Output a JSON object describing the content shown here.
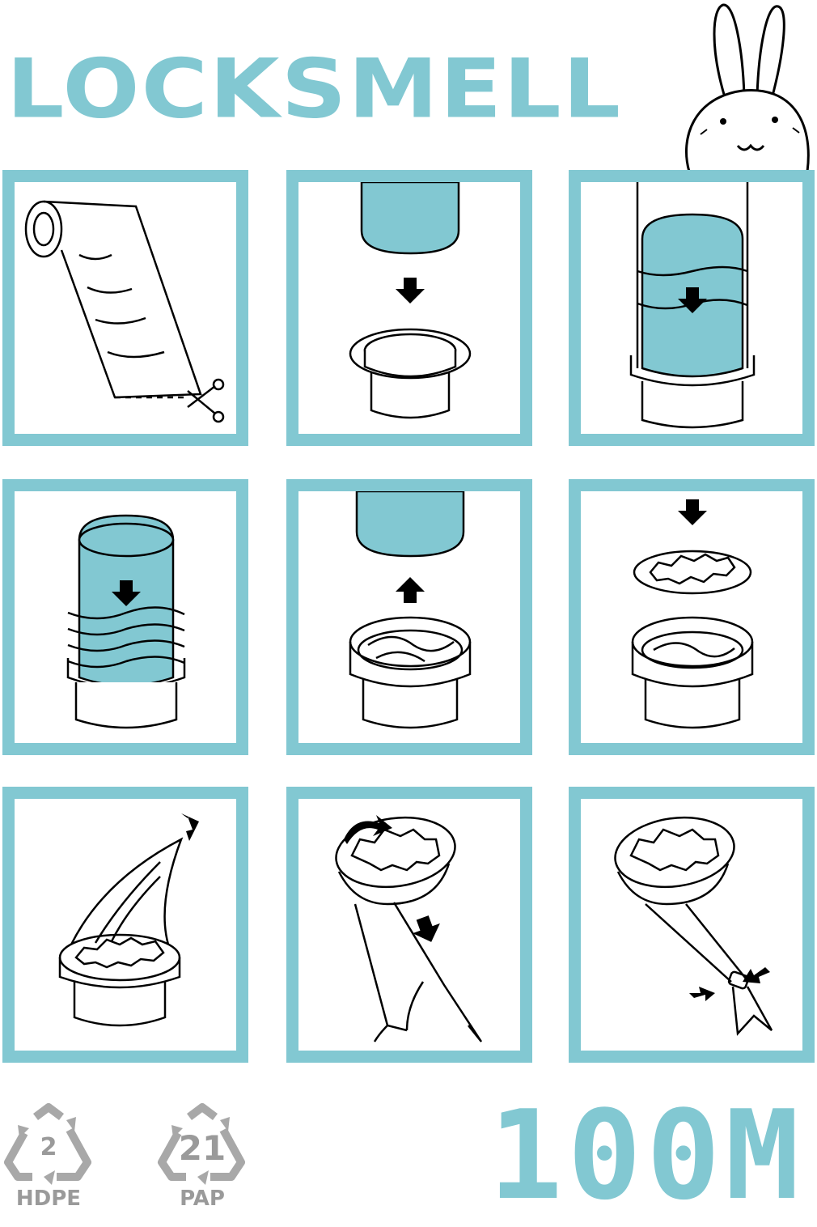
{
  "brand": {
    "name": "LOCKSMELL",
    "color": "#82c8d2"
  },
  "mascot": {
    "icon": "bunny-icon"
  },
  "steps": [
    {
      "id": 1,
      "icon": "bag-roll-cut-icon"
    },
    {
      "id": 2,
      "icon": "insert-ring-icon"
    },
    {
      "id": 3,
      "icon": "press-down-icon"
    },
    {
      "id": 4,
      "icon": "bag-wrap-icon"
    },
    {
      "id": 5,
      "icon": "lift-up-icon"
    },
    {
      "id": 6,
      "icon": "place-lid-icon"
    },
    {
      "id": 7,
      "icon": "pull-bag-icon"
    },
    {
      "id": 8,
      "icon": "fold-over-icon"
    },
    {
      "id": 9,
      "icon": "tie-knot-icon"
    }
  ],
  "recycling": [
    {
      "number": "2",
      "label": "HDPE",
      "icon": "recycle-triangle-icon"
    },
    {
      "number": "21",
      "label": "PAP",
      "icon": "recycle-triangle-icon"
    }
  ],
  "length": "100M"
}
